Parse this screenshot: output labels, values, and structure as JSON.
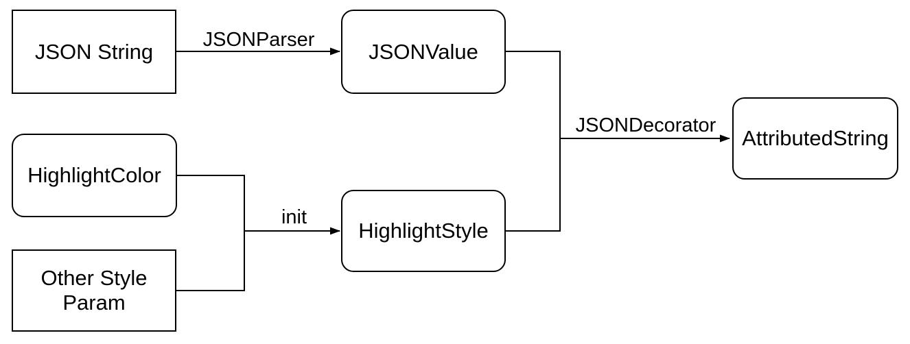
{
  "diagram": {
    "title": "JSON highlighting pipeline flowchart",
    "colors": {
      "background": "#ffffff",
      "stroke": "#000000",
      "text": "#000000",
      "node_fill": "#ffffff"
    },
    "nodes": {
      "json_string": {
        "label": "JSON String",
        "shape": "rectangle"
      },
      "json_value": {
        "label": "JSONValue",
        "shape": "rounded-rectangle"
      },
      "highlight_color": {
        "label": "HighlightColor",
        "shape": "rounded-rectangle"
      },
      "other_style_param": {
        "label": "Other Style Param",
        "shape": "rectangle"
      },
      "highlight_style": {
        "label": "HighlightStyle",
        "shape": "rounded-rectangle"
      },
      "attributed_string": {
        "label": "AttributedString",
        "shape": "rounded-rectangle"
      }
    },
    "edges": {
      "json_parser": {
        "label": "JSONParser",
        "from": [
          "json_string"
        ],
        "to": "json_value"
      },
      "init": {
        "label": "init",
        "from": [
          "highlight_color",
          "other_style_param"
        ],
        "to": "highlight_style"
      },
      "json_decorator": {
        "label": "JSONDecorator",
        "from": [
          "json_value",
          "highlight_style"
        ],
        "to": "attributed_string"
      }
    }
  }
}
